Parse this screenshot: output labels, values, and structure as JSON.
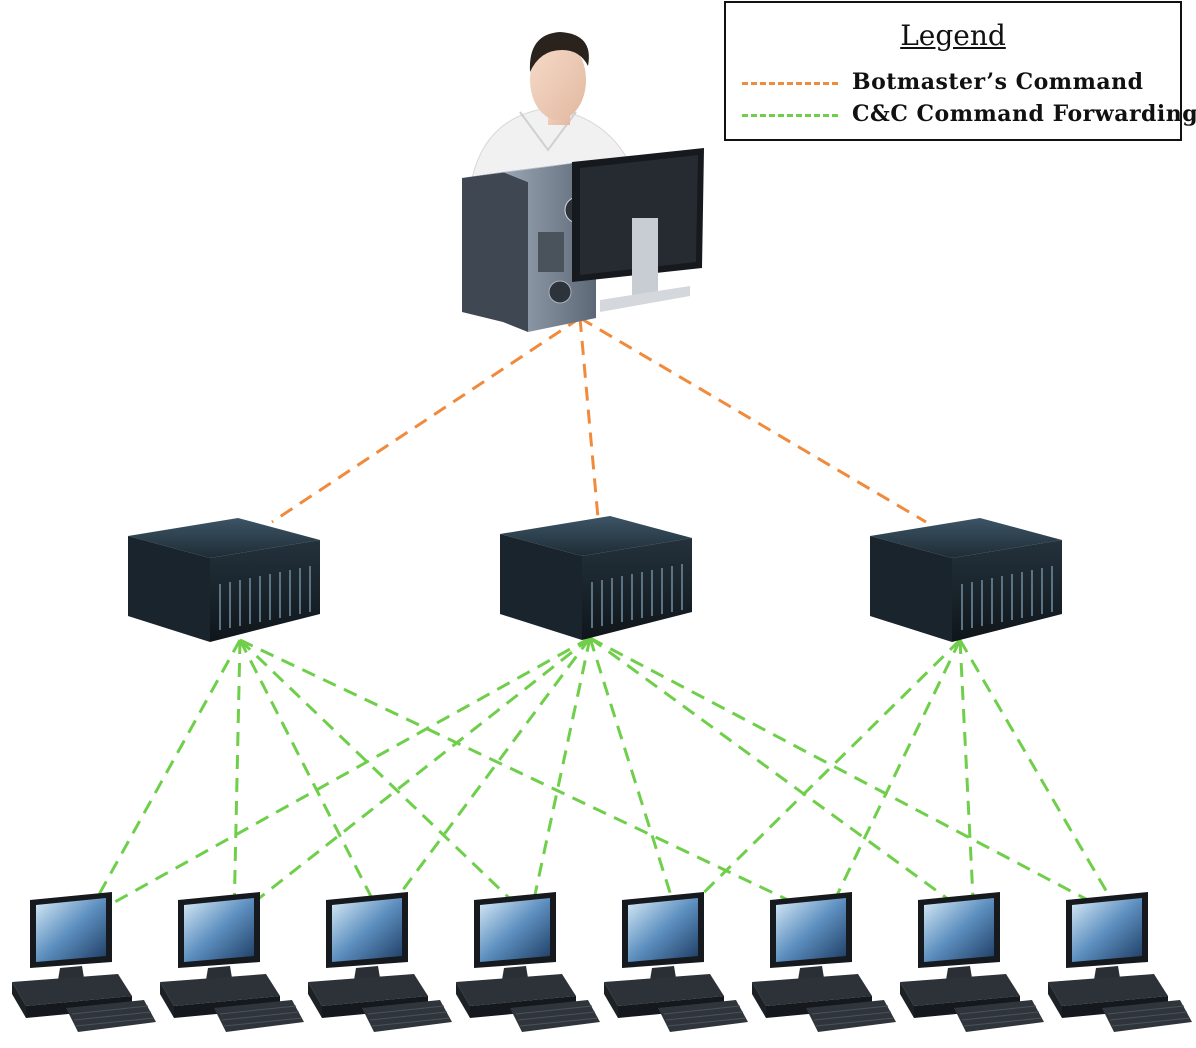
{
  "legend": {
    "title": "Legend",
    "items": [
      {
        "label": "Botmaster’s Command",
        "color": "#f08a3c"
      },
      {
        "label": "C&C Command Forwarding",
        "color": "#6fcf4a"
      }
    ]
  },
  "nodes": {
    "botmaster": {
      "icon": "botmaster-person-with-computer-icon"
    },
    "servers": [
      {
        "icon": "cc-server-icon"
      },
      {
        "icon": "cc-server-icon"
      },
      {
        "icon": "cc-server-icon"
      }
    ],
    "bots": [
      {
        "icon": "bot-computer-icon"
      },
      {
        "icon": "bot-computer-icon"
      },
      {
        "icon": "bot-computer-icon"
      },
      {
        "icon": "bot-computer-icon"
      },
      {
        "icon": "bot-computer-icon"
      },
      {
        "icon": "bot-computer-icon"
      },
      {
        "icon": "bot-computer-icon"
      },
      {
        "icon": "bot-computer-icon"
      }
    ]
  },
  "edges": {
    "commands": [
      {
        "from": "botmaster",
        "to": "server-1"
      },
      {
        "from": "botmaster",
        "to": "server-2"
      },
      {
        "from": "botmaster",
        "to": "server-3"
      }
    ],
    "forwarding": [
      {
        "from": "server-1",
        "to": "bot-1"
      },
      {
        "from": "server-1",
        "to": "bot-2"
      },
      {
        "from": "server-1",
        "to": "bot-3"
      },
      {
        "from": "server-1",
        "to": "bot-4"
      },
      {
        "from": "server-1",
        "to": "bot-6"
      },
      {
        "from": "server-2",
        "to": "bot-1"
      },
      {
        "from": "server-2",
        "to": "bot-2"
      },
      {
        "from": "server-2",
        "to": "bot-3"
      },
      {
        "from": "server-2",
        "to": "bot-4"
      },
      {
        "from": "server-2",
        "to": "bot-5"
      },
      {
        "from": "server-2",
        "to": "bot-7"
      },
      {
        "from": "server-2",
        "to": "bot-8"
      },
      {
        "from": "server-3",
        "to": "bot-5"
      },
      {
        "from": "server-3",
        "to": "bot-6"
      },
      {
        "from": "server-3",
        "to": "bot-7"
      },
      {
        "from": "server-3",
        "to": "bot-8"
      }
    ]
  }
}
